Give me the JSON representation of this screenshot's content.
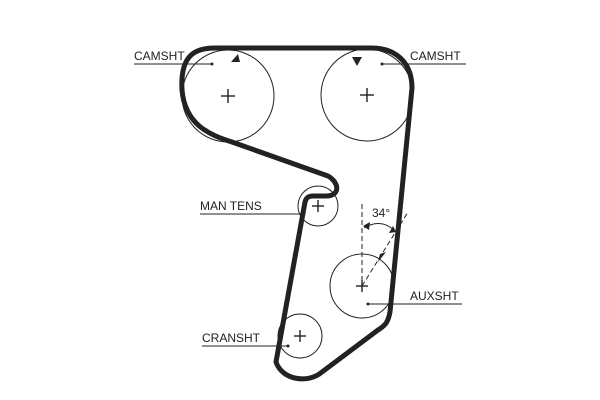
{
  "labels": {
    "camsht_left": "CAMSHT",
    "camsht_right": "CAMSHT",
    "man_tens": "MAN TENS",
    "auxsht": "AUXSHT",
    "cransht": "CRANSHT",
    "angle": "34°"
  },
  "colors": {
    "ink": "#222222",
    "background": "#ffffff"
  }
}
